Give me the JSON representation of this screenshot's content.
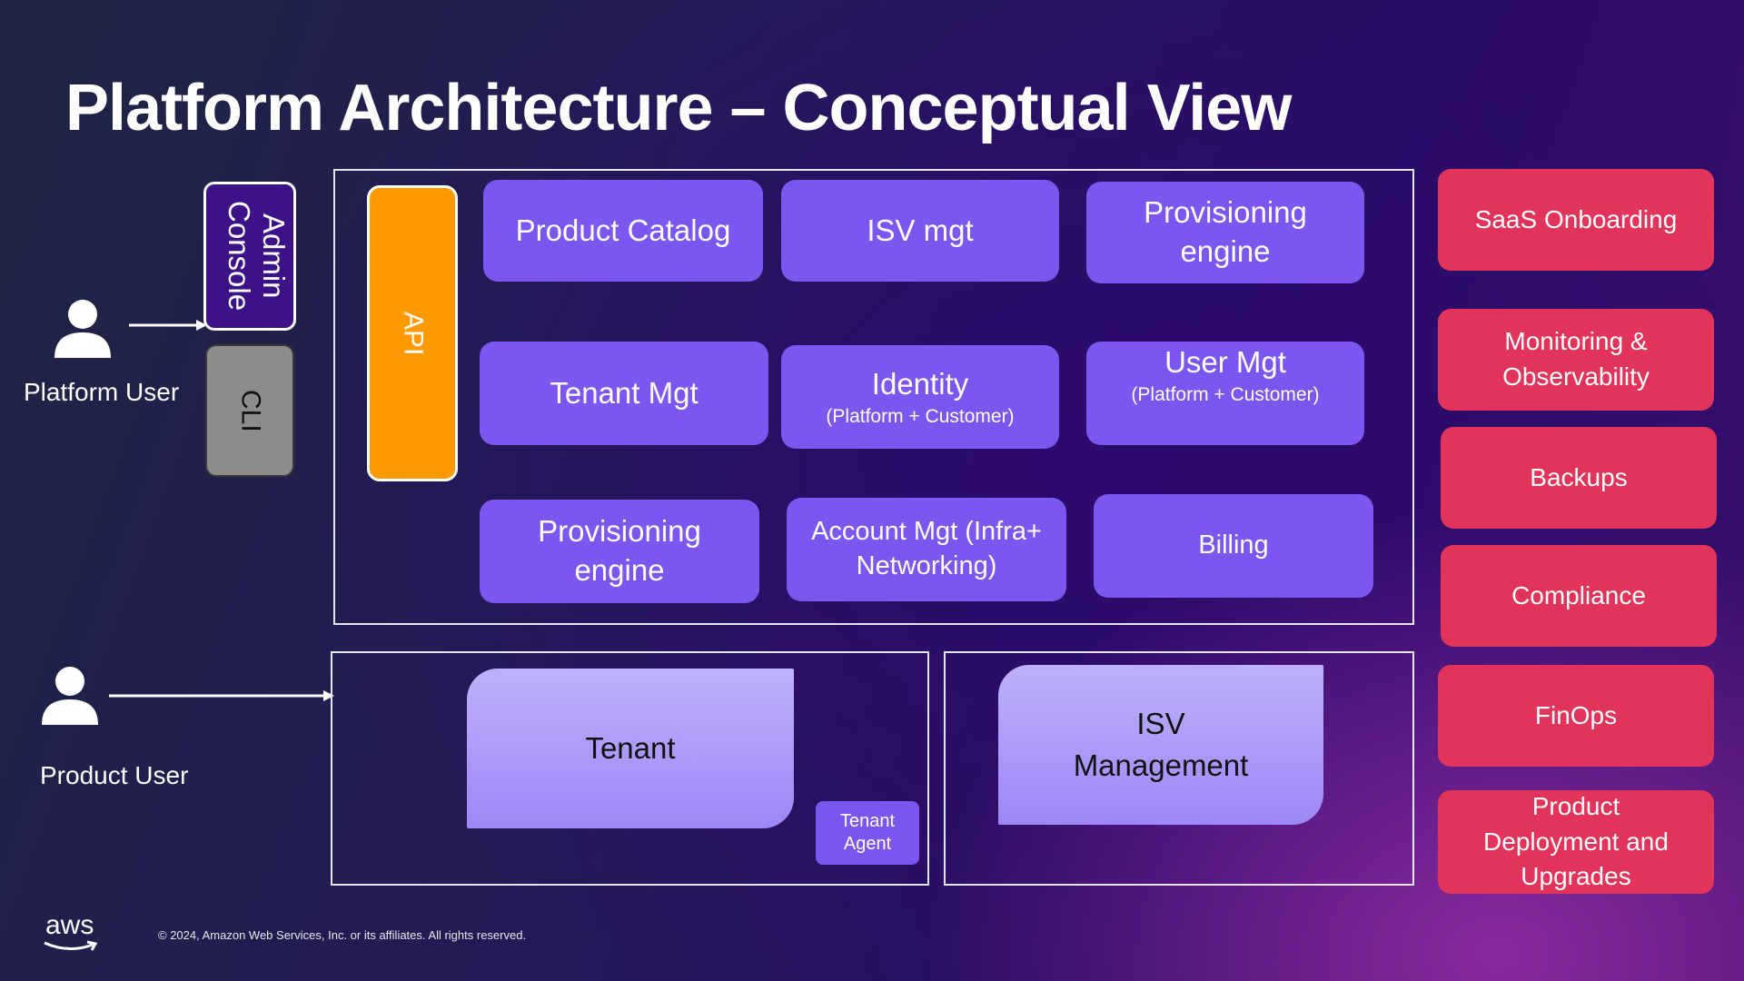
{
  "title": "Platform Architecture – Conceptual View",
  "actors": {
    "platform_user": "Platform User",
    "product_user": "Product User"
  },
  "entry_points": {
    "admin_console": "Admin Console",
    "cli": "CLI",
    "api": "API"
  },
  "control_plane_services": [
    {
      "label": "Product Catalog",
      "sub": ""
    },
    {
      "label": "ISV mgt",
      "sub": ""
    },
    {
      "label": "Provisioning engine",
      "sub": ""
    },
    {
      "label": "Tenant Mgt",
      "sub": ""
    },
    {
      "label": "Identity",
      "sub": "(Platform + Customer)"
    },
    {
      "label": "User Mgt",
      "sub": "(Platform + Customer)"
    },
    {
      "label": "Provisioning engine",
      "sub": ""
    },
    {
      "label": "Account Mgt (Infra+ Networking)",
      "sub": ""
    },
    {
      "label": "Billing",
      "sub": ""
    }
  ],
  "data_plane": {
    "tenant": "Tenant",
    "tenant_agent": "Tenant Agent",
    "isv_management": "ISV Management"
  },
  "operations": [
    "SaaS Onboarding",
    "Monitoring & Observability",
    "Backups",
    "Compliance",
    "FinOps",
    "Product Deployment and Upgrades"
  ],
  "footer": {
    "logo": "aws",
    "copyright": "© 2024, Amazon Web Services, Inc. or its affiliates. All rights reserved."
  },
  "colors": {
    "service": "#7b57ef",
    "operation": "#e2345b",
    "api": "#ff9900",
    "admin_console": "#3d1187",
    "cli": "#8c8c8c",
    "tile": "#beb0fb"
  }
}
